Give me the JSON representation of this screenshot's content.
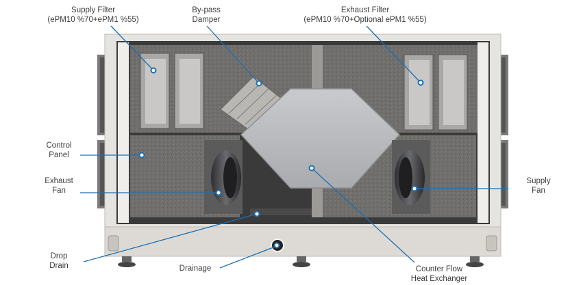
{
  "labels": {
    "supply_filter": {
      "line1": "Supply Filter",
      "line2": "(ePM10 %70+ePM1 %55)"
    },
    "bypass_damper": {
      "line1": "By-pass",
      "line2": "Damper"
    },
    "exhaust_filter": {
      "line1": "Exhaust Filter",
      "line2": "(ePM10 %70+Optional ePM1 %55)"
    },
    "control_panel": {
      "line1": "Control",
      "line2": "Panel"
    },
    "exhaust_fan": {
      "line1": "Exhaust",
      "line2": "Fan"
    },
    "supply_fan": {
      "line1": "Supply",
      "line2": "Fan"
    },
    "drop_drain": {
      "line1": "Drop",
      "line2": "Drain"
    },
    "drainage": {
      "line1": "Drainage"
    },
    "counter_flow_hx": {
      "line1": "Counter Flow",
      "line2": "Heat Exchanger"
    }
  },
  "colors": {
    "leader_line": "#1c6fb3",
    "marker_dot": "#1c6fb3",
    "casing": "#e4e2de",
    "panel_texture": "#6e6d6b",
    "heat_exchanger": "#b9bbbe"
  }
}
